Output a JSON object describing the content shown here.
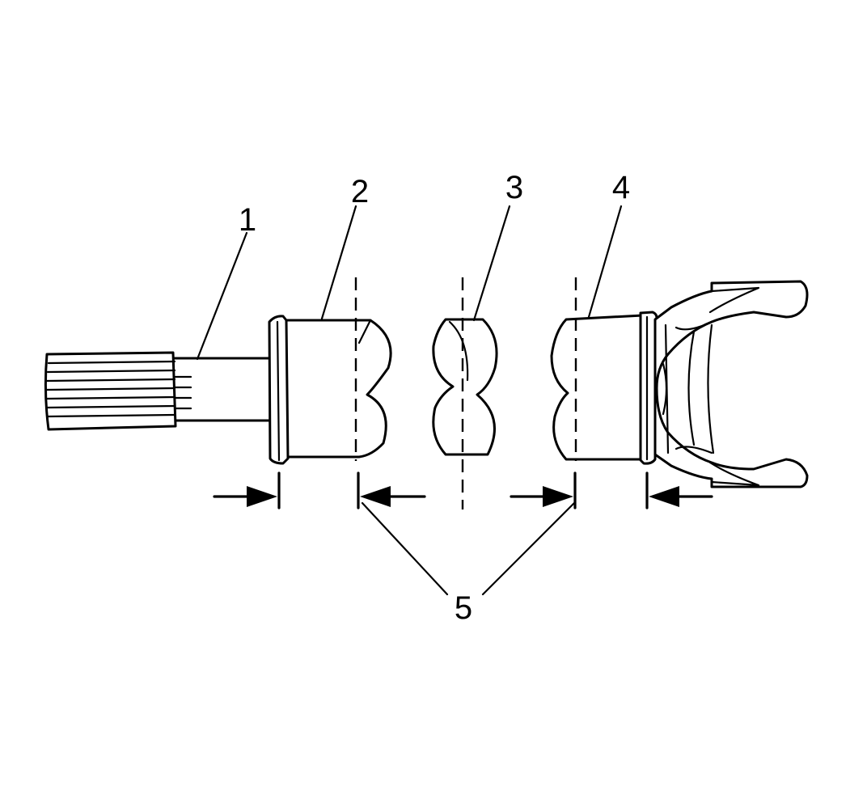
{
  "diagram": {
    "callouts": [
      {
        "id": "1",
        "text": "1"
      },
      {
        "id": "2",
        "text": "2"
      },
      {
        "id": "3",
        "text": "3"
      },
      {
        "id": "4",
        "text": "4"
      },
      {
        "id": "5",
        "text": "5"
      }
    ],
    "colors": {
      "line": "#000000",
      "background": "#ffffff"
    }
  }
}
